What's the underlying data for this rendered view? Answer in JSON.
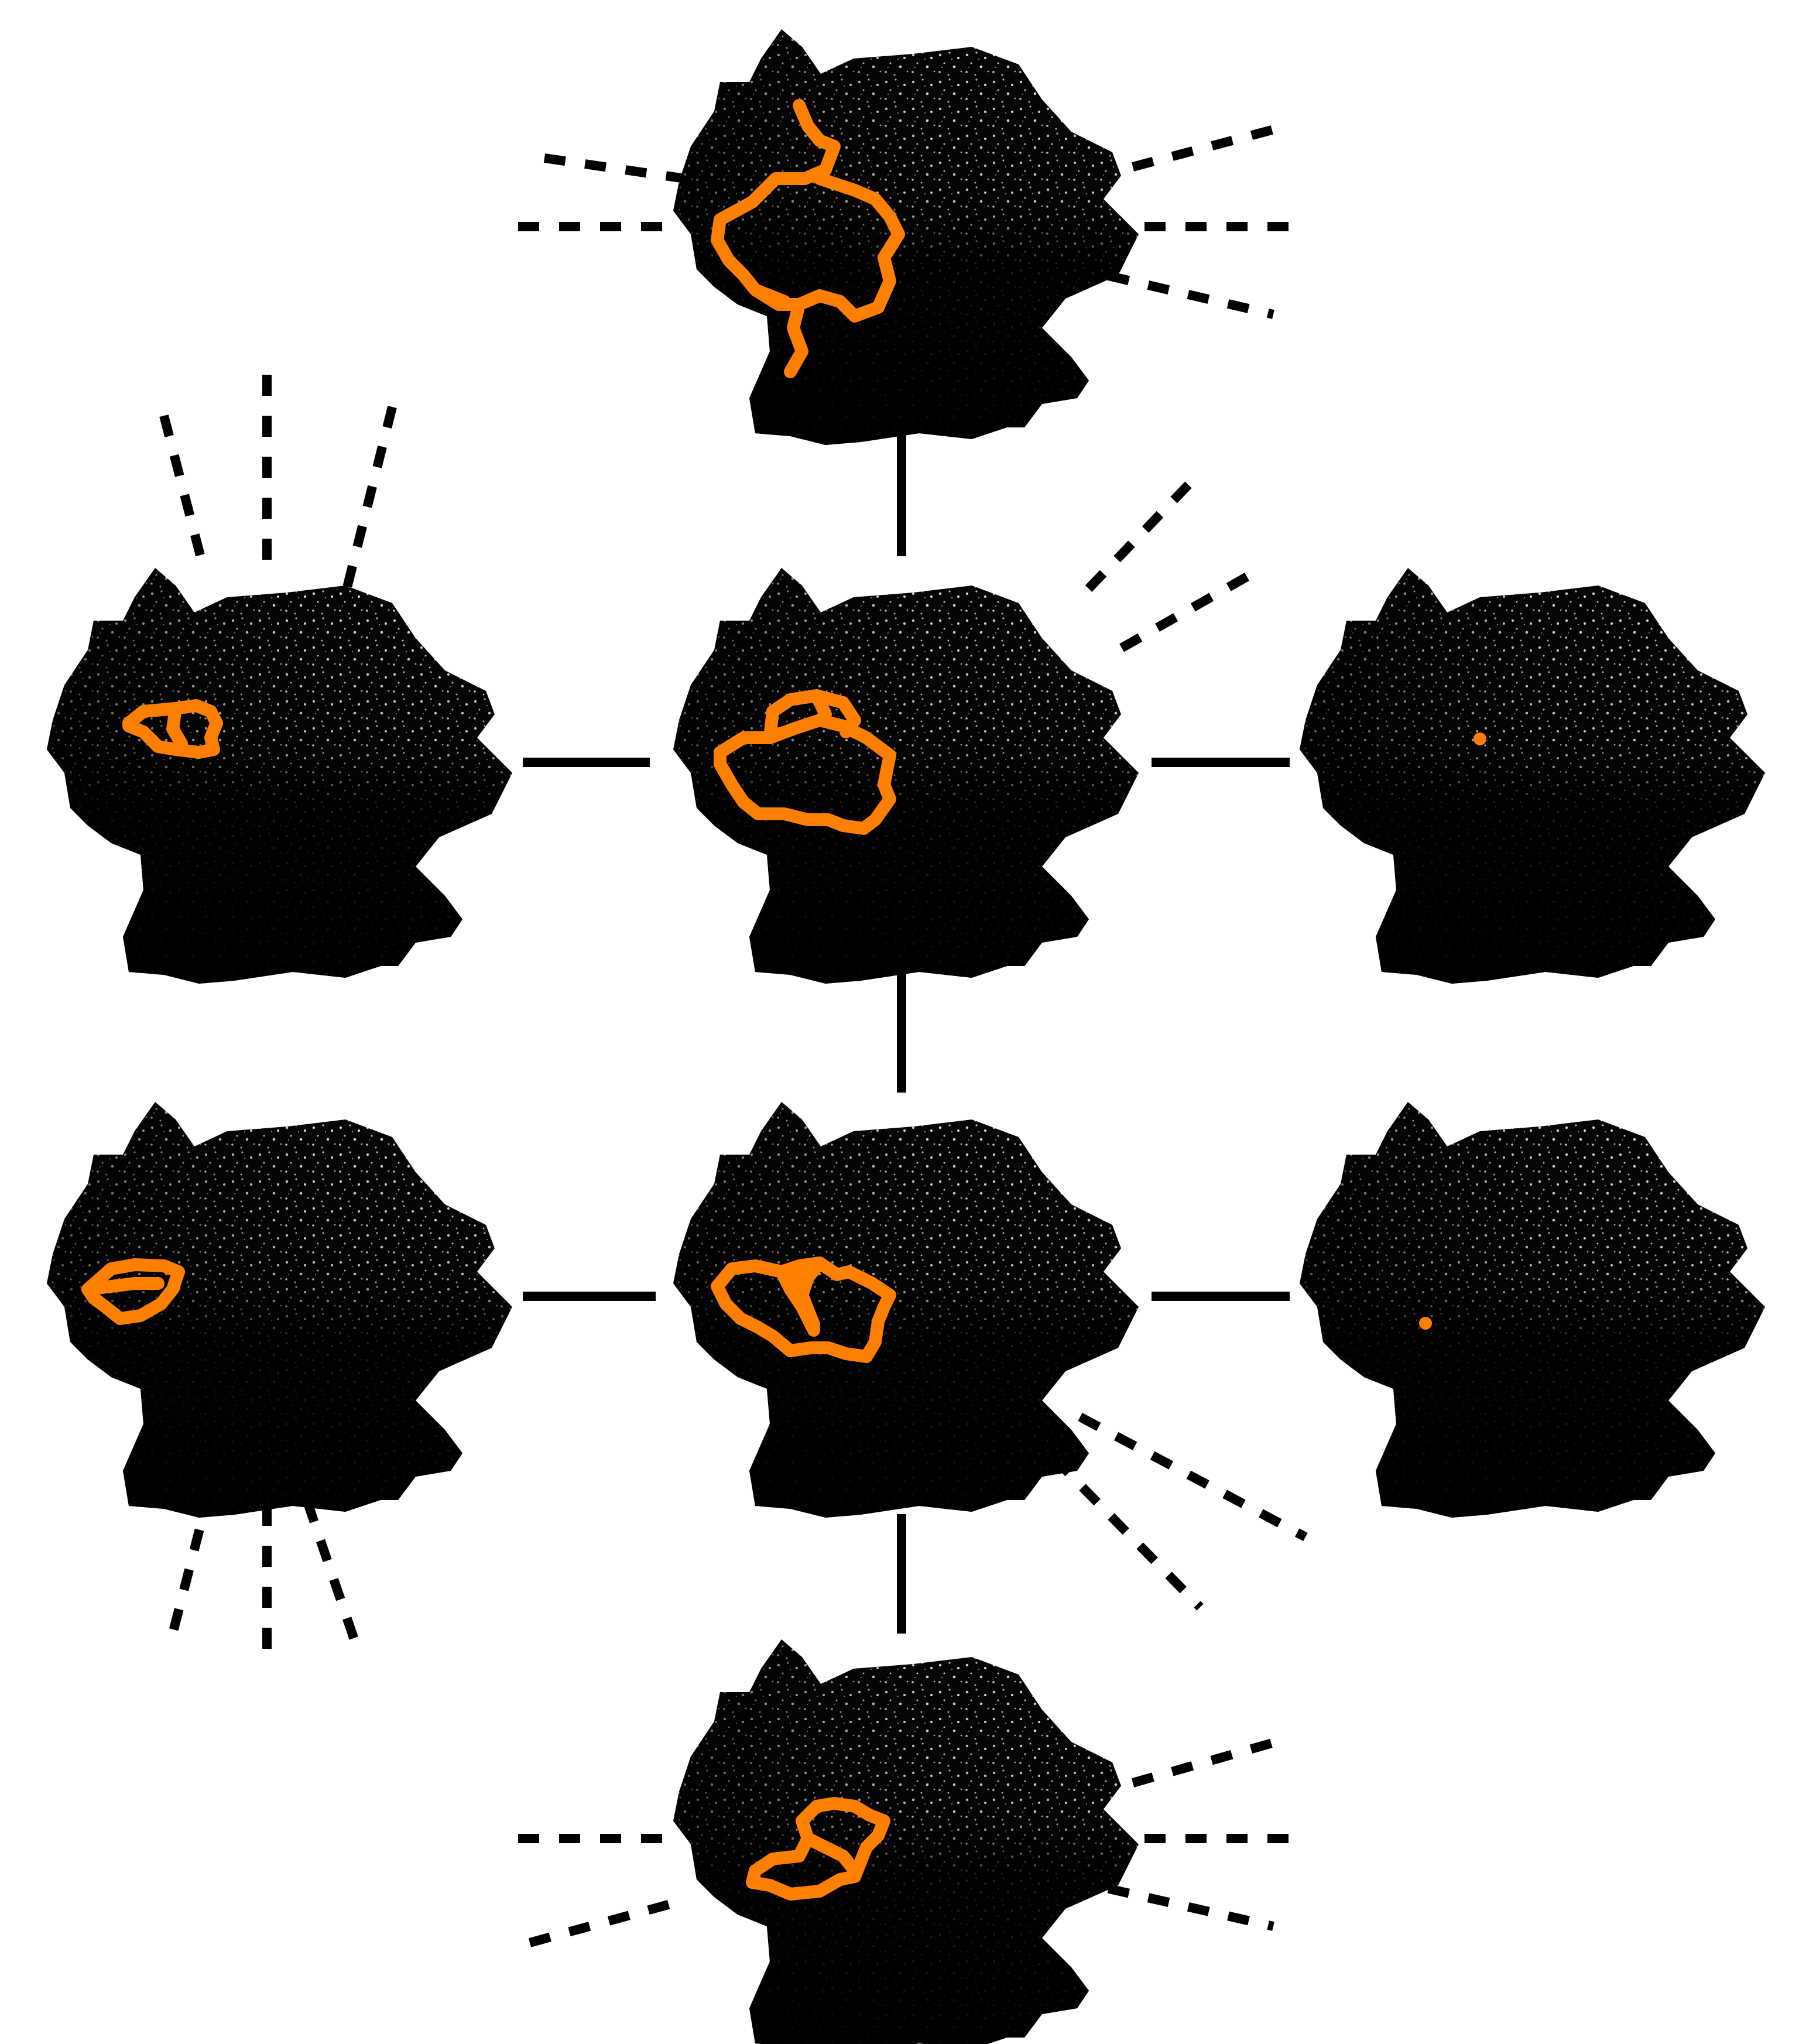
{
  "colors": {
    "background": "#ffffff",
    "map_fill": "#050505",
    "map_speckle": "#d9d9d9",
    "route": "#ff8000",
    "connector": "#000000"
  },
  "nodes": [
    {
      "id": "top",
      "route": "long-loop-north-south"
    },
    {
      "id": "mid-left",
      "route": "small-loop-west"
    },
    {
      "id": "center",
      "route": "double-loop"
    },
    {
      "id": "mid-right",
      "route": "single-point"
    },
    {
      "id": "lower-left",
      "route": "small-loop-west"
    },
    {
      "id": "lower-center",
      "route": "double-loop"
    },
    {
      "id": "lower-right",
      "route": "single-point"
    },
    {
      "id": "bottom",
      "route": "loop-south"
    }
  ],
  "edges": [
    {
      "from": "top",
      "to": "center",
      "style": "solid"
    },
    {
      "from": "mid-left",
      "to": "center",
      "style": "solid"
    },
    {
      "from": "center",
      "to": "mid-right",
      "style": "solid"
    },
    {
      "from": "center",
      "to": "lower-center",
      "style": "solid"
    },
    {
      "from": "lower-left",
      "to": "lower-center",
      "style": "solid"
    },
    {
      "from": "lower-center",
      "to": "lower-right",
      "style": "solid"
    },
    {
      "from": "lower-center",
      "to": "bottom",
      "style": "solid"
    }
  ]
}
